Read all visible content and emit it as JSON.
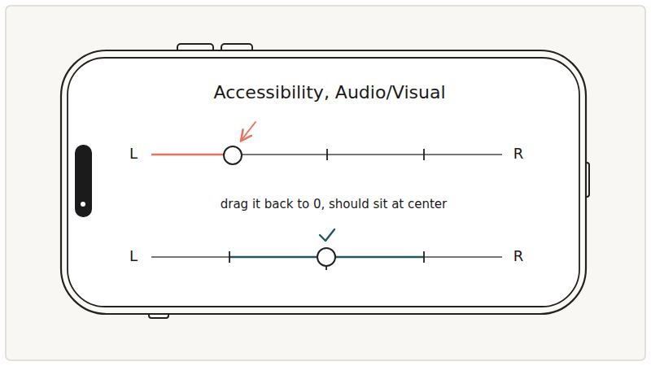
{
  "diagram": {
    "title": "Accessibility, Audio/Visual",
    "labels": [
      "L",
      "R",
      "drag it back to 0, should sit at center",
      "L",
      "R"
    ]
  }
}
